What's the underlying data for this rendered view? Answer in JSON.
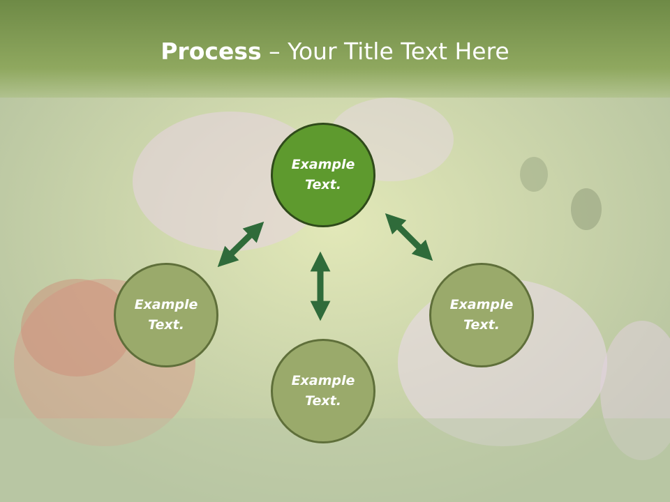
{
  "title": {
    "bold": "Process",
    "rest": " – Your Title Text Here"
  },
  "nodes": {
    "top": "Example\nText.",
    "left": "Example\nText.",
    "right": "Example\nText.",
    "bottom": "Example\nText."
  },
  "colors": {
    "title_band": "#7d9a4f",
    "node_fill": "#9aaa6b",
    "node_active_fill": "#5e9a2e",
    "arrow": "#2f6b3a"
  }
}
